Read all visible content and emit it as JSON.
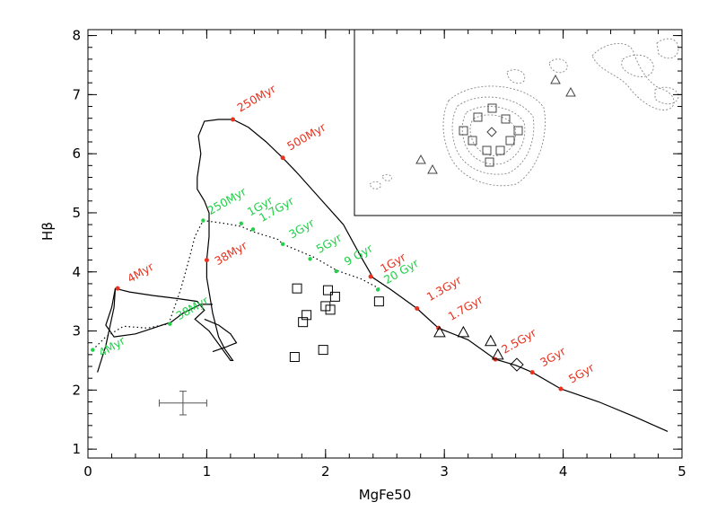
{
  "chart_data": {
    "type": "line",
    "xlabel": "MgFe50",
    "ylabel": "Hβ",
    "xlim": [
      0,
      5
    ],
    "ylim": [
      0.85,
      8.1
    ],
    "x_ticks": [
      0,
      1,
      2,
      3,
      4,
      5
    ],
    "y_ticks": [
      1,
      2,
      3,
      4,
      5,
      6,
      7,
      8
    ],
    "colors": {
      "red_track": "#e8321e",
      "green_track": "#22d04a",
      "axes": "#000000",
      "contour": "#888888"
    },
    "series": [
      {
        "color": "#000000",
        "dash": "solid",
        "points": [
          [
            0.08,
            2.3
          ],
          [
            0.15,
            2.75
          ],
          [
            0.22,
            3.4
          ],
          [
            0.23,
            3.72
          ],
          [
            0.35,
            3.66
          ],
          [
            0.55,
            3.6
          ],
          [
            0.75,
            3.55
          ],
          [
            0.92,
            3.5
          ],
          [
            0.98,
            3.35
          ],
          [
            0.9,
            3.2
          ],
          [
            1.02,
            3.0
          ],
          [
            1.1,
            2.78
          ],
          [
            1.2,
            2.5
          ],
          [
            1.22,
            2.5
          ],
          [
            1.15,
            2.7
          ],
          [
            1.1,
            2.9
          ],
          [
            1.05,
            3.3
          ],
          [
            1.0,
            3.9
          ],
          [
            1.0,
            4.2
          ],
          [
            1.02,
            4.6
          ],
          [
            1.02,
            5.0
          ],
          [
            0.98,
            5.2
          ],
          [
            0.92,
            5.4
          ],
          [
            0.92,
            5.6
          ],
          [
            0.95,
            6.0
          ],
          [
            0.93,
            6.3
          ],
          [
            0.98,
            6.55
          ],
          [
            1.1,
            6.58
          ],
          [
            1.22,
            6.58
          ],
          [
            1.35,
            6.45
          ],
          [
            1.5,
            6.2
          ],
          [
            1.64,
            5.93
          ],
          [
            1.75,
            5.7
          ],
          [
            1.95,
            5.25
          ],
          [
            2.15,
            4.8
          ],
          [
            2.3,
            4.25
          ],
          [
            2.4,
            3.9
          ],
          [
            2.55,
            3.7
          ],
          [
            2.77,
            3.38
          ],
          [
            2.95,
            3.05
          ],
          [
            3.2,
            2.85
          ],
          [
            3.43,
            2.52
          ],
          [
            3.6,
            2.42
          ],
          [
            3.74,
            2.3
          ],
          [
            3.98,
            2.02
          ],
          [
            4.3,
            1.8
          ],
          [
            4.6,
            1.55
          ],
          [
            4.88,
            1.3
          ]
        ]
      },
      {
        "color": "#000000",
        "dash": "solid",
        "points": [
          [
            0.23,
            3.72
          ],
          [
            0.2,
            3.4
          ],
          [
            0.15,
            3.1
          ],
          [
            0.22,
            2.9
          ],
          [
            0.4,
            2.95
          ],
          [
            0.55,
            3.05
          ],
          [
            0.7,
            3.15
          ],
          [
            0.8,
            3.3
          ],
          [
            0.95,
            3.45
          ],
          [
            1.05,
            3.45
          ]
        ]
      },
      {
        "color": "#000000",
        "dash": "solid",
        "points": [
          [
            0.98,
            3.2
          ],
          [
            1.1,
            3.1
          ],
          [
            1.2,
            2.95
          ],
          [
            1.25,
            2.8
          ],
          [
            1.15,
            2.72
          ],
          [
            1.05,
            2.65
          ]
        ]
      },
      {
        "color": "#000000",
        "dash": "dotted",
        "points": [
          [
            0.04,
            2.68
          ],
          [
            0.15,
            2.9
          ],
          [
            0.3,
            3.08
          ],
          [
            0.5,
            3.05
          ],
          [
            0.68,
            3.12
          ],
          [
            0.78,
            3.7
          ],
          [
            0.85,
            4.2
          ],
          [
            0.9,
            4.6
          ],
          [
            0.97,
            4.87
          ],
          [
            1.15,
            4.82
          ],
          [
            1.29,
            4.77
          ],
          [
            1.39,
            4.68
          ],
          [
            1.6,
            4.55
          ],
          [
            1.64,
            4.47
          ],
          [
            1.9,
            4.25
          ],
          [
            2.1,
            4.02
          ],
          [
            2.3,
            3.88
          ],
          [
            2.47,
            3.7
          ]
        ]
      }
    ],
    "red_points": [
      {
        "x": 1.22,
        "y": 6.58,
        "label": "250Myr"
      },
      {
        "x": 1.64,
        "y": 5.93,
        "label": "500Myr"
      },
      {
        "x": 0.25,
        "y": 3.72,
        "label": "4Myr"
      },
      {
        "x": 1.0,
        "y": 4.2,
        "label": "38Myr"
      },
      {
        "x": 2.38,
        "y": 3.92,
        "label": "1Gyr"
      },
      {
        "x": 2.77,
        "y": 3.38,
        "label": "1.3Gyr"
      },
      {
        "x": 2.95,
        "y": 3.05,
        "label": "1.7Gyr"
      },
      {
        "x": 3.43,
        "y": 2.52,
        "label": "2.5Gyr"
      },
      {
        "x": 3.74,
        "y": 2.3,
        "label": "3Gyr"
      },
      {
        "x": 3.98,
        "y": 2.02,
        "label": "5Gyr"
      }
    ],
    "green_points": [
      {
        "x": 0.04,
        "y": 2.68,
        "label": "4Myr"
      },
      {
        "x": 0.69,
        "y": 3.12,
        "label": "38Myr"
      },
      {
        "x": 0.97,
        "y": 4.87,
        "label": "250Myr"
      },
      {
        "x": 1.29,
        "y": 4.82,
        "label": "1Gyr"
      },
      {
        "x": 1.39,
        "y": 4.72,
        "label": "1.7Gyr"
      },
      {
        "x": 1.64,
        "y": 4.47,
        "label": "3Gyr"
      },
      {
        "x": 1.87,
        "y": 4.22,
        "label": "5Gyr"
      },
      {
        "x": 2.09,
        "y": 4.01,
        "label": "9 Gyr"
      },
      {
        "x": 2.44,
        "y": 3.7,
        "label": "20 Gyr"
      }
    ],
    "squares": [
      [
        1.76,
        3.72
      ],
      [
        1.81,
        3.15
      ],
      [
        1.84,
        3.27
      ],
      [
        1.98,
        2.68
      ],
      [
        2.0,
        3.42
      ],
      [
        2.02,
        3.69
      ],
      [
        2.04,
        3.36
      ],
      [
        2.08,
        3.58
      ],
      [
        2.45,
        3.5
      ],
      [
        1.74,
        2.56
      ]
    ],
    "triangles": [
      [
        2.96,
        2.98
      ],
      [
        3.16,
        2.98
      ],
      [
        3.39,
        2.83
      ],
      [
        3.45,
        2.6
      ]
    ],
    "diamonds": [
      [
        3.61,
        2.43
      ]
    ],
    "error_bar": {
      "x": 0.8,
      "y": 1.78,
      "xerr": 0.2,
      "yerr": 0.2
    }
  }
}
